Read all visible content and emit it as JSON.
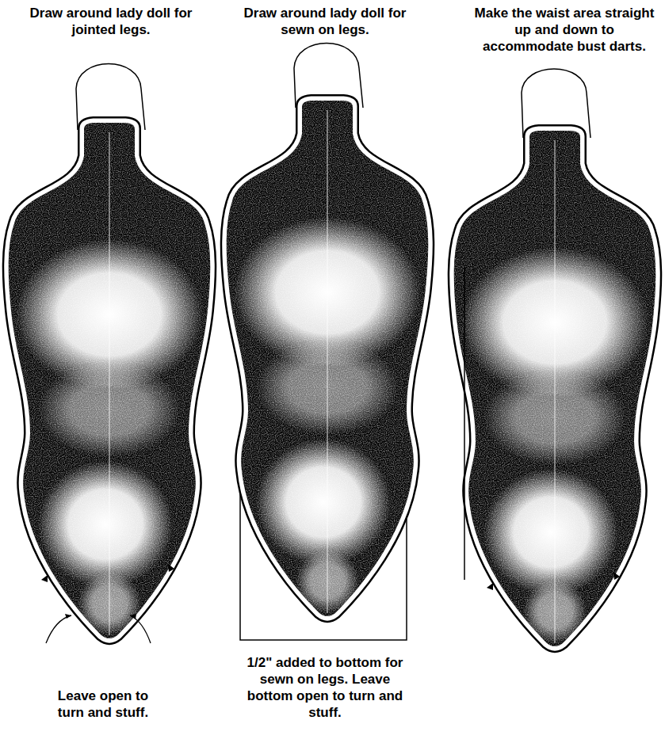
{
  "diagram": {
    "labels": [
      "Draw around lady doll for jointed legs.",
      "Draw around lady doll for sewn on legs.",
      "Make the waist area straight up and down to accommodate bust darts.",
      "Leave open to turn and stuff.",
      "1/2\" added to bottom for sewn on legs. Leave bottom open to turn and stuff."
    ]
  }
}
